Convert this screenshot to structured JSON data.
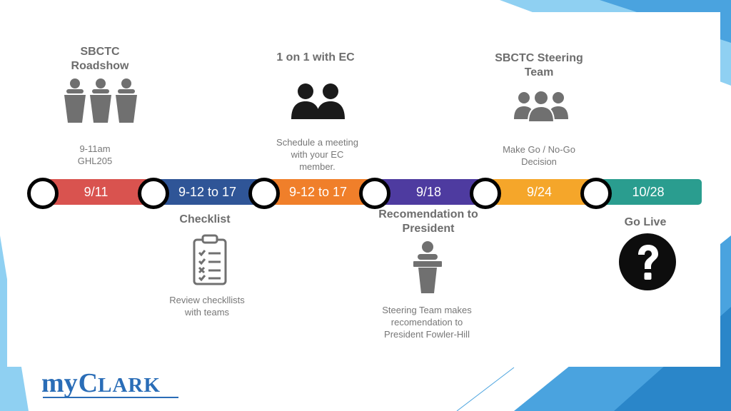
{
  "milestones": [
    {
      "title": "SBCTC\nRoadshow",
      "icon": "people-at-podiums-icon",
      "desc": "9-11am\nGHL205"
    },
    {
      "title": "Checklist",
      "icon": "clipboard-checklist-icon",
      "desc": "Review checkllists\nwith teams"
    },
    {
      "title": "1 on 1 with EC",
      "icon": "two-people-icon",
      "desc": "Schedule a meeting\nwith your EC\nmember."
    },
    {
      "title": "Recomendation to\nPresident",
      "icon": "person-at-podium-icon",
      "desc": "Steering Team makes\nrecomendation to\nPresident Fowler-Hill"
    },
    {
      "title": "SBCTC Steering\nTeam",
      "icon": "group-of-people-icon",
      "desc": "Make Go / No-Go\nDecision"
    },
    {
      "title": "Go Live",
      "icon": "question-mark-icon",
      "desc": ""
    }
  ],
  "timeline": [
    {
      "label": "9/11",
      "color": "#d9534f"
    },
    {
      "label": "9-12 to 17",
      "color": "#2f5597"
    },
    {
      "label": "9-12 to 17",
      "color": "#f07f2a"
    },
    {
      "label": "9/18",
      "color": "#4e3ba0"
    },
    {
      "label": "9/24",
      "color": "#f5a62a"
    },
    {
      "label": "10/28",
      "color": "#2a9d8f"
    }
  ],
  "logo": {
    "my": "my",
    "c": "C",
    "rest": "LARK",
    "color": "#2a6db7"
  },
  "accent_colors": {
    "background_shape": "#4aa3df",
    "background_shape_light": "#8fd0f2"
  }
}
